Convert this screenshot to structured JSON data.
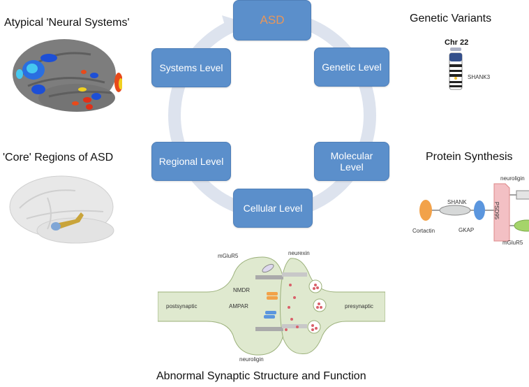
{
  "panels": {
    "neural_systems": {
      "title": "Atypical 'Neural Systems'"
    },
    "core_regions": {
      "title": "'Core' Regions of ASD"
    },
    "genetic_variants": {
      "title": "Genetic Variants",
      "chromosome_label": "Chr 22",
      "gene_label": "SHANK3"
    },
    "protein_synthesis": {
      "title": "Protein Synthesis",
      "labels": {
        "cortactin": "Cortactin",
        "shank": "SHANK",
        "gkap": "GKAP",
        "psd95": "PSD95",
        "neuroligin": "neuroligin",
        "mglur5": "mGluR5"
      }
    },
    "synapse": {
      "title": "Abnormal Synaptic Structure and Function",
      "labels": {
        "mglur5": "mGluR5",
        "neurexin": "neurexin",
        "nmdr": "NMDR",
        "ampar": "AMPAR",
        "postsynaptic": "postsynaptic",
        "presynaptic": "presynaptic",
        "neuroligin": "neuroligin"
      }
    }
  },
  "cycle": {
    "center": "ASD",
    "levels": [
      "Genetic Level",
      "Molecular Level",
      "Cellular Level",
      "Regional Level",
      "Systems Level"
    ]
  },
  "colors": {
    "box": "#5b8fcb",
    "asd_text": "#e8965a",
    "cycle_arrow": "#dde3ee",
    "synapse_fill": "#dfe9cf"
  }
}
